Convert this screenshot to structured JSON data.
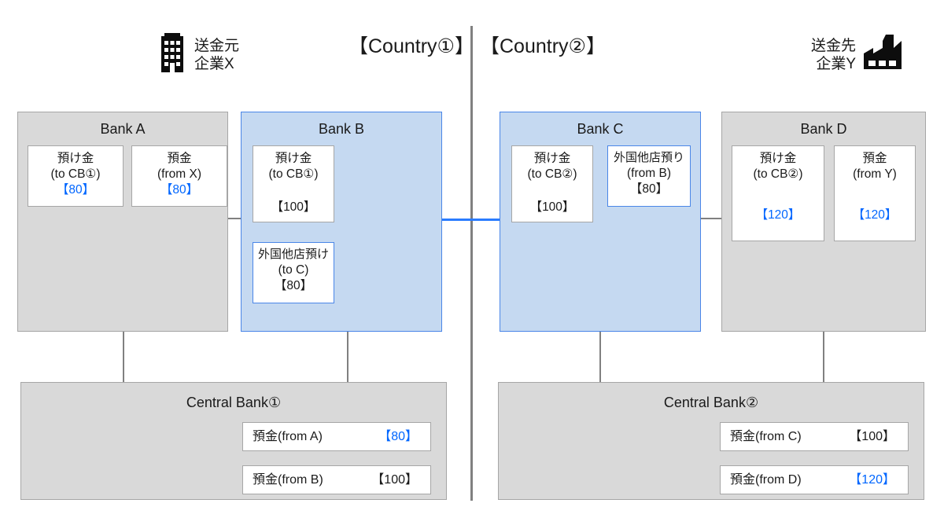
{
  "header": {
    "sender": {
      "icon": "office-building-icon",
      "label": "送金元\n企業X"
    },
    "receiver": {
      "icon": "factory-icon",
      "label": "送金先\n企業Y"
    },
    "country_left": "【Country①】",
    "country_right": "【Country②】"
  },
  "colors": {
    "gray_fill": "#d9d9d9",
    "gray_border": "#a6a6a6",
    "blue_fill": "#c5d9f1",
    "blue_border": "#4a86e8",
    "amount_highlight": "#0066ff",
    "text": "#1a1a1a",
    "connector": "#808080",
    "connector_blue": "#2b7cff"
  },
  "banks": [
    {
      "id": "bank-a",
      "title": "Bank A",
      "style": "gray",
      "accounts": [
        {
          "id": "bank-a-due-from-cb1",
          "lines": [
            "預け金",
            "(to CB①)"
          ],
          "amount": "【80】",
          "amount_color": "blue",
          "border": "gray",
          "gap": false
        },
        {
          "id": "bank-a-deposit-from-x",
          "lines": [
            "預金",
            "(from X)"
          ],
          "amount": "【80】",
          "amount_color": "blue",
          "border": "gray",
          "gap": false
        }
      ]
    },
    {
      "id": "bank-b",
      "title": "Bank B",
      "style": "blue",
      "accounts": [
        {
          "id": "bank-b-due-from-cb1",
          "lines": [
            "預け金",
            "(to CB①)"
          ],
          "amount": "【100】",
          "amount_color": "black",
          "border": "gray",
          "gap": true
        },
        {
          "id": "bank-b-due-to-foreign-c",
          "lines": [
            "外国他店預け",
            "(to C)"
          ],
          "amount": "【80】",
          "amount_color": "black",
          "border": "blue",
          "gap": false
        }
      ]
    },
    {
      "id": "bank-c",
      "title": "Bank C",
      "style": "blue",
      "accounts": [
        {
          "id": "bank-c-due-from-cb2",
          "lines": [
            "預け金",
            "(to CB②)"
          ],
          "amount": "【100】",
          "amount_color": "black",
          "border": "gray",
          "gap": true
        },
        {
          "id": "bank-c-due-from-foreign-b",
          "lines": [
            "外国他店預り",
            "(from B)"
          ],
          "amount": "【80】",
          "amount_color": "black",
          "border": "blue",
          "gap": false
        }
      ]
    },
    {
      "id": "bank-d",
      "title": "Bank D",
      "style": "gray",
      "accounts": [
        {
          "id": "bank-d-due-from-cb2",
          "lines": [
            "預け金",
            "(to CB②)"
          ],
          "amount": "【120】",
          "amount_color": "blue",
          "border": "gray",
          "gap": true
        },
        {
          "id": "bank-d-deposit-from-y",
          "lines": [
            "預金",
            "(from Y)"
          ],
          "amount": "【120】",
          "amount_color": "blue",
          "border": "gray",
          "gap": true
        }
      ]
    }
  ],
  "central_banks": [
    {
      "id": "central-bank-1",
      "title": "Central Bank①",
      "rows": [
        {
          "id": "cb1-deposit-from-a",
          "name": "預金(from A)",
          "amount": "【80】",
          "amount_color": "blue"
        },
        {
          "id": "cb1-deposit-from-b",
          "name": "預金(from B)",
          "amount": "【100】",
          "amount_color": "black"
        }
      ]
    },
    {
      "id": "central-bank-2",
      "title": "Central Bank②",
      "rows": [
        {
          "id": "cb2-deposit-from-c",
          "name": "預金(from C)",
          "amount": "【100】",
          "amount_color": "black"
        },
        {
          "id": "cb2-deposit-from-d",
          "name": "預金(from D)",
          "amount": "【120】",
          "amount_color": "blue"
        }
      ]
    }
  ]
}
